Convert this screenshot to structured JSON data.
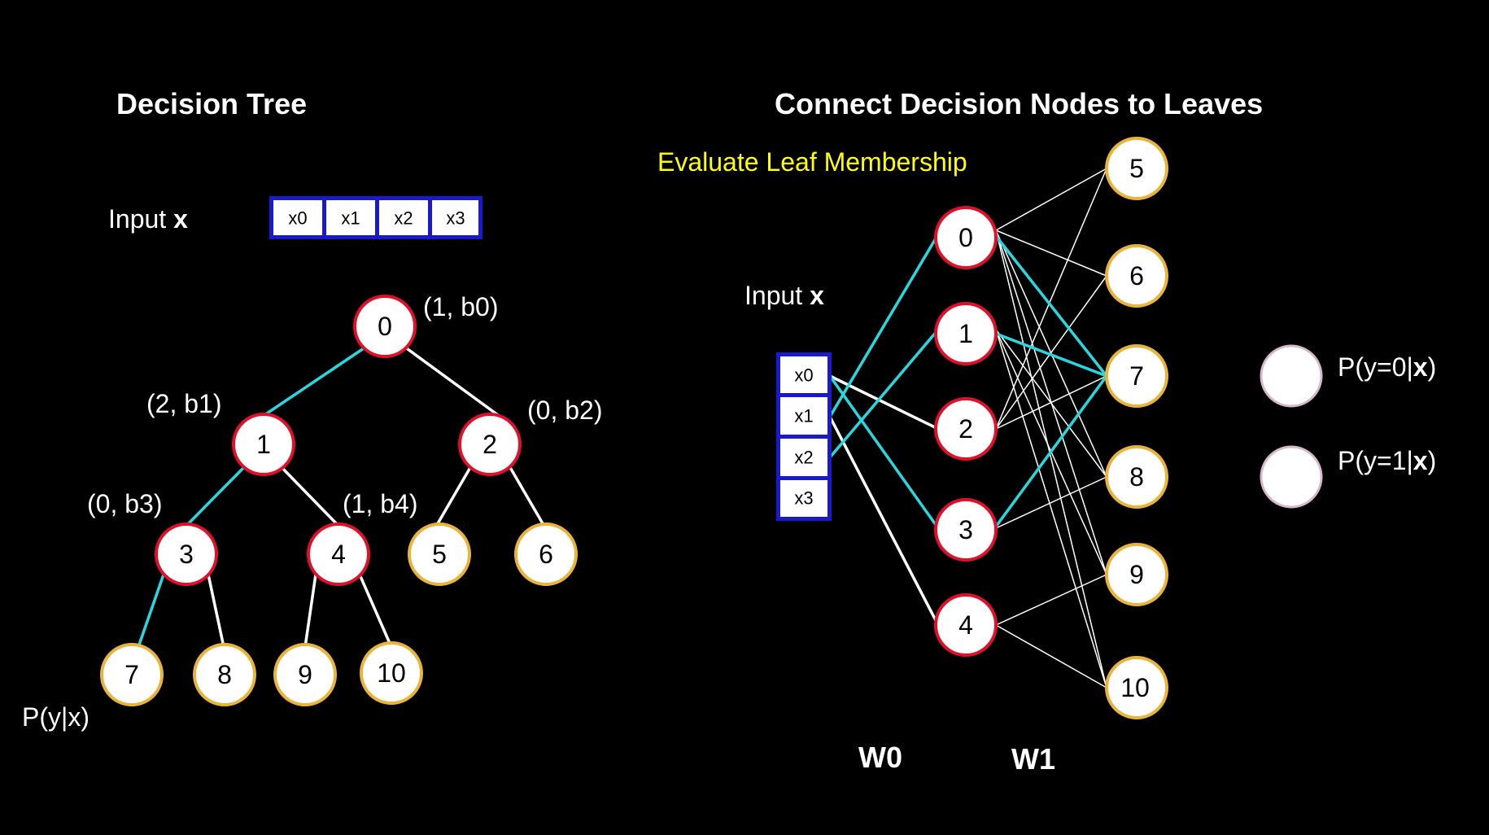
{
  "left": {
    "title": "Decision Tree",
    "input_label": "Input",
    "input_var": "x",
    "inputs": [
      "x0",
      "x1",
      "x2",
      "x3"
    ],
    "nodes": [
      {
        "id": "0",
        "type": "decision",
        "param": "(1, b0)"
      },
      {
        "id": "1",
        "type": "decision",
        "param": "(2, b1)"
      },
      {
        "id": "2",
        "type": "decision",
        "param": "(0, b2)"
      },
      {
        "id": "3",
        "type": "decision",
        "param": "(0, b3)"
      },
      {
        "id": "4",
        "type": "decision",
        "param": "(1, b4)"
      },
      {
        "id": "5",
        "type": "leaf"
      },
      {
        "id": "6",
        "type": "leaf"
      },
      {
        "id": "7",
        "type": "leaf"
      },
      {
        "id": "8",
        "type": "leaf"
      },
      {
        "id": "9",
        "type": "leaf"
      },
      {
        "id": "10",
        "type": "leaf"
      }
    ],
    "leaf_label": "P(y|x)"
  },
  "right": {
    "title": "Connect Decision Nodes to Leaves",
    "subtitle": "Evaluate Leaf Membership",
    "input_label": "Input",
    "input_var": "x",
    "inputs": [
      "x0",
      "x1",
      "x2",
      "x3"
    ],
    "decision_nodes": [
      "0",
      "1",
      "2",
      "3",
      "4"
    ],
    "leaf_nodes": [
      "5",
      "6",
      "7",
      "8",
      "9",
      "10"
    ],
    "w0_label": "W0",
    "w1_label": "W1"
  },
  "legend": [
    {
      "prefix": "P(y=0|",
      "var": "x",
      "suffix": ")"
    },
    {
      "prefix": "P(y=1|",
      "var": "x",
      "suffix": ")"
    }
  ],
  "colors": {
    "background": "#000000",
    "decision_border": "#e0102a",
    "leaf_border": "#e8b43a",
    "active_edge": "#28d8e0",
    "edge": "#ffffff",
    "input_box_border": "#1a1acc",
    "subtitle": "#ffff00"
  }
}
